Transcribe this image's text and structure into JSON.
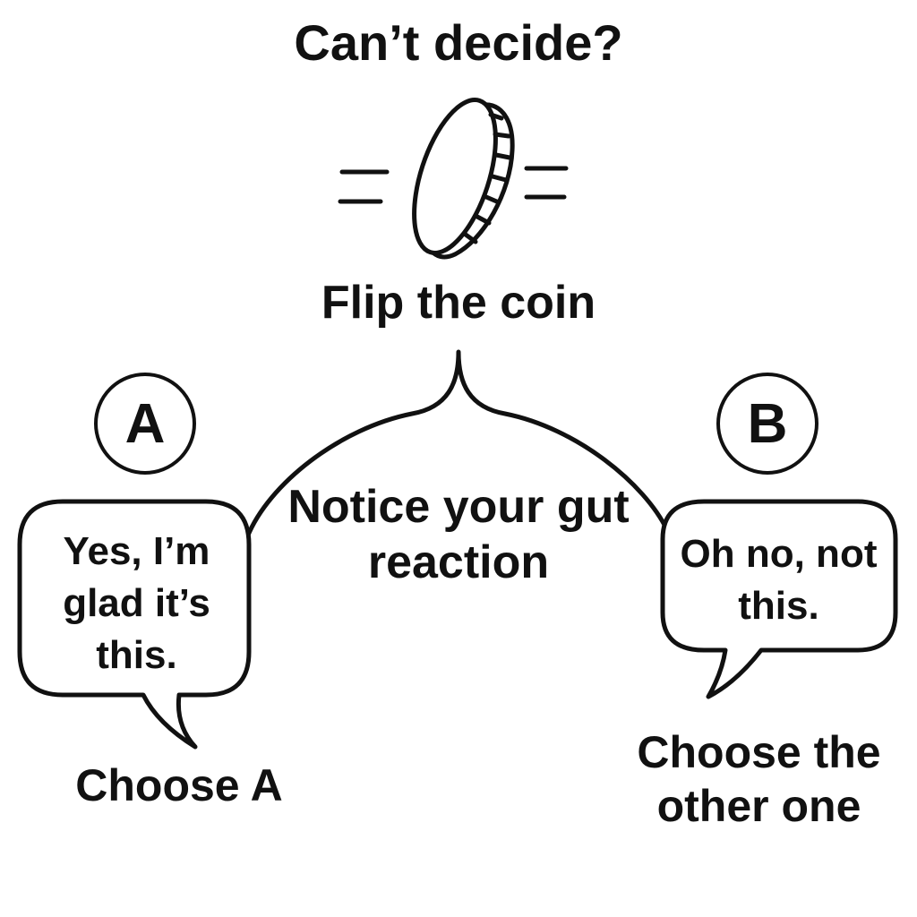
{
  "title": "Can’t decide?",
  "step_flip": "Flip the coin",
  "step_notice": "Notice your gut reaction",
  "options": {
    "a": {
      "letter": "A",
      "reaction": "Yes, I’m glad it’s this.",
      "outcome": "Choose A"
    },
    "b": {
      "letter": "B",
      "reaction": "Oh no, not this.",
      "outcome": "Choose the other one"
    }
  },
  "colors": {
    "ink": "#111111",
    "background": "#ffffff"
  },
  "icons": {
    "coin": "spinning-coin-icon"
  }
}
